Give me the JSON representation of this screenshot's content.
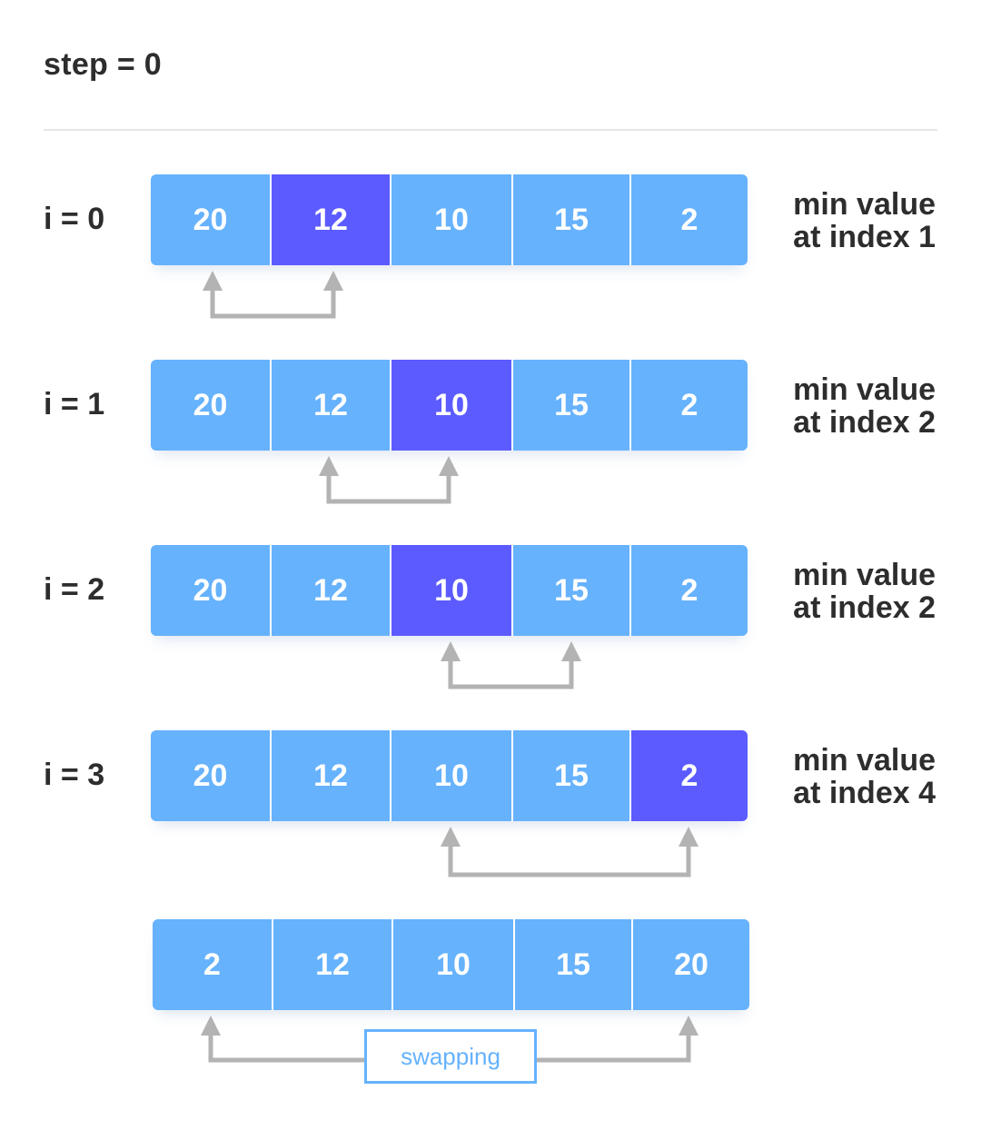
{
  "step_label": "step = 0",
  "rows": [
    {
      "label": "i = 0",
      "values": [
        "20",
        "12",
        "10",
        "15",
        "2"
      ],
      "highlight": 1,
      "note_line1": "min value",
      "note_line2": "at index 1"
    },
    {
      "label": "i = 1",
      "values": [
        "20",
        "12",
        "10",
        "15",
        "2"
      ],
      "highlight": 2,
      "note_line1": "min value",
      "note_line2": "at index 2"
    },
    {
      "label": "i = 2",
      "values": [
        "20",
        "12",
        "10",
        "15",
        "2"
      ],
      "highlight": 2,
      "note_line1": "min value",
      "note_line2": "at index 2"
    },
    {
      "label": "i = 3",
      "values": [
        "20",
        "12",
        "10",
        "15",
        "2"
      ],
      "highlight": 4,
      "note_line1": "min value",
      "note_line2": "at index 4"
    }
  ],
  "result": {
    "values": [
      "2",
      "12",
      "10",
      "15",
      "20"
    ]
  },
  "swap_label": "swapping",
  "colors": {
    "cell": "#66b2fd",
    "min_cell": "#5b5bff",
    "arrow": "#b3b3b3",
    "text": "#2d2d2d"
  }
}
